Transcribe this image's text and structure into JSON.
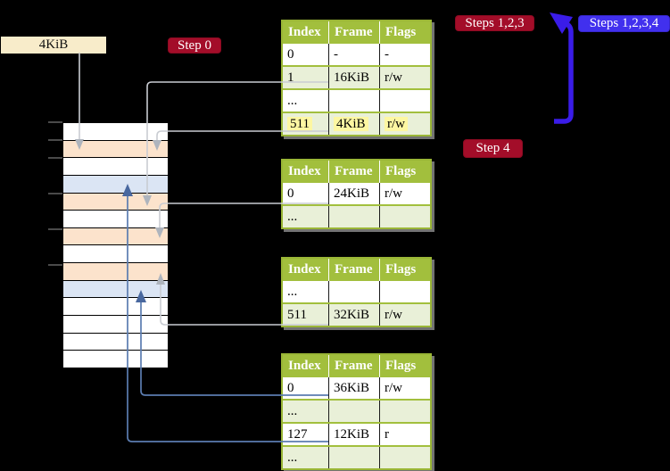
{
  "page_size_label": "4KiB",
  "badges": {
    "step0": "Step 0",
    "steps123": "Steps 1,2,3",
    "steps1234": "Steps 1,2,3,4",
    "step4": "Step 4"
  },
  "colors": {
    "badge_red": "#a30d29",
    "badge_blue": "#4130ee",
    "thick_arrow_blue": "#3a1ce8",
    "table_border_green": "#a2bf3d",
    "table_shade_green": "#e9f0d8",
    "highlight_yellow": "#fdf7a2",
    "memory_row_peach": "#fce3cc",
    "memory_row_blue": "#dbe5f4",
    "memory_row_white": "#ffffff",
    "connector_gray": "#c9ccd2",
    "connector_blue": "#5b7cb0",
    "size_box_cream": "#f8ecca"
  },
  "memory_column": {
    "rows": [
      "white",
      "peach",
      "white",
      "blue",
      "peach",
      "white",
      "peach",
      "white",
      "peach",
      "blue",
      "white",
      "white",
      "white",
      "white"
    ]
  },
  "tables": {
    "t1": {
      "headers": [
        "Index",
        "Frame",
        "Flags"
      ],
      "rows": [
        [
          "0",
          "-",
          "-"
        ],
        [
          "1",
          "16KiB",
          "r/w"
        ],
        [
          "...",
          "",
          ""
        ],
        [
          "511",
          "4KiB",
          "r/w"
        ]
      ]
    },
    "t2": {
      "headers": [
        "Index",
        "Frame",
        "Flags"
      ],
      "rows": [
        [
          "0",
          "24KiB",
          "r/w"
        ],
        [
          "...",
          "",
          ""
        ]
      ]
    },
    "t3": {
      "headers": [
        "Index",
        "Frame",
        "Flags"
      ],
      "rows": [
        [
          "...",
          "",
          ""
        ],
        [
          "511",
          "32KiB",
          "r/w"
        ]
      ]
    },
    "t4": {
      "headers": [
        "Index",
        "Frame",
        "Flags"
      ],
      "rows": [
        [
          "0",
          "36KiB",
          "r/w"
        ],
        [
          "...",
          "",
          ""
        ],
        [
          "127",
          "12KiB",
          "r"
        ],
        [
          "...",
          "",
          ""
        ]
      ]
    }
  }
}
